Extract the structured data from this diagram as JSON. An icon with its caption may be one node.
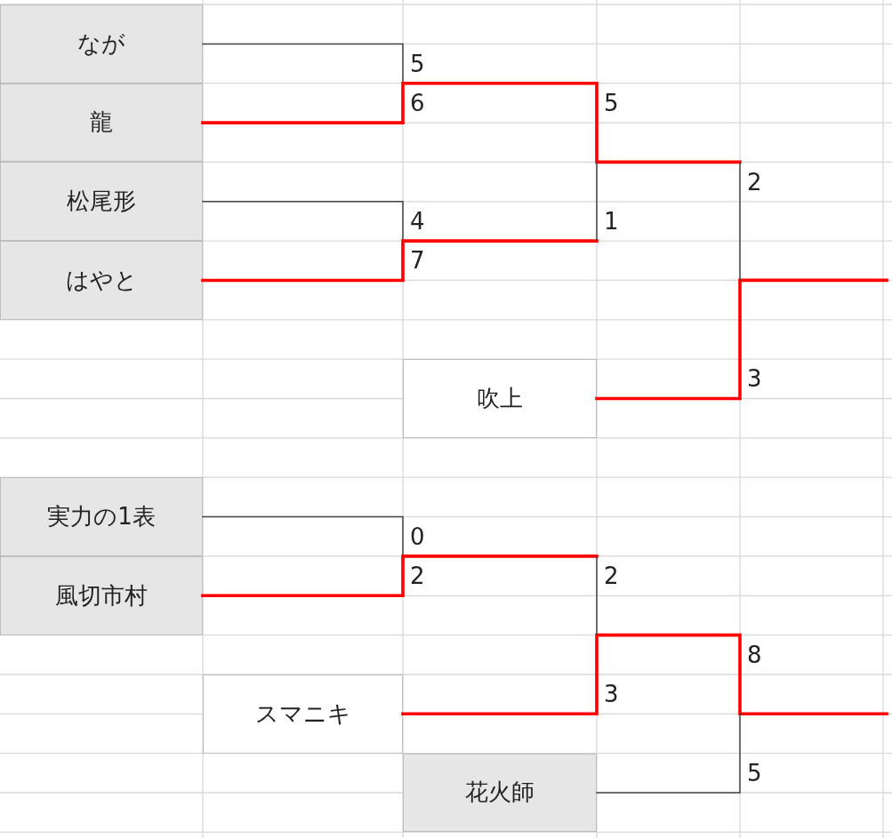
{
  "diagram": {
    "nodes": [
      {
        "text": [
          "なが"
        ]
      },
      {
        "text": [
          "龍"
        ]
      },
      {
        "text": [
          "松尾形"
        ]
      },
      {
        "text": [
          "はやと"
        ]
      },
      {
        "text": [
          "吹上"
        ]
      },
      {
        "text": [
          "実力の1表"
        ]
      },
      {
        "text": [
          "風切市村"
        ]
      },
      {
        "text": [
          "スマニキ"
        ]
      },
      {
        "text": [
          "花火師"
        ]
      }
    ],
    "edges": [
      {
        "from": 0,
        "to": null,
        "arrow": "none",
        "color": "#444444"
      },
      {
        "from": 1,
        "to": null,
        "arrow": "none"
      },
      {
        "from": 2,
        "to": null,
        "arrow": "none",
        "color": "#444444"
      },
      {
        "from": 3,
        "to": null,
        "arrow": "none"
      },
      {
        "from": 4,
        "to": null,
        "arrow": "none"
      },
      {
        "from": 5,
        "to": null,
        "arrow": "none",
        "color": "#444444"
      },
      {
        "from": 6,
        "to": null,
        "arrow": "none"
      },
      {
        "from": 7,
        "to": null,
        "arrow": "none"
      },
      {
        "from": 8,
        "to": null,
        "arrow": "none",
        "color": "#444444"
      }
    ],
    "labels": [
      "5",
      "6",
      "5",
      "2",
      "4",
      "1",
      "7",
      "3",
      "0",
      "2",
      "2",
      "8",
      "3",
      "5"
    ]
  }
}
